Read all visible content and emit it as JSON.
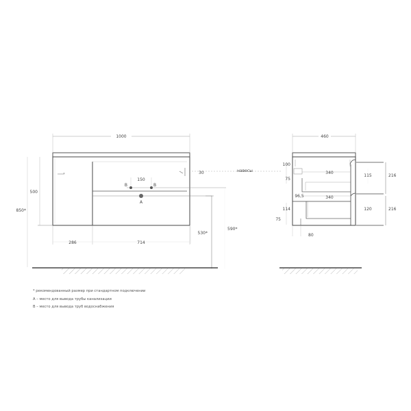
{
  "front_view": {
    "width": "1000",
    "height_cabinet": "500",
    "height_total": "850*",
    "left_section": "286",
    "right_section": "714",
    "hole_spacing": "150",
    "top_offset": "30",
    "pipe_height_drain": "530*",
    "pipe_height_supply": "590*",
    "label_hinges": "навесы",
    "label_a": "A",
    "label_b": "B"
  },
  "side_view": {
    "depth": "460",
    "top_offset": "100",
    "gap_top": "75",
    "drawer_upper_depth": "340",
    "drawer_lower_depth": "340",
    "drawer_offset": "96,5",
    "lower_offset": "114",
    "gap_bottom": "75",
    "bottom_offset": "80",
    "drawer_upper_inner": "115",
    "drawer_upper_outer": "216",
    "drawer_lower_inner": "120",
    "drawer_lower_outer": "216"
  },
  "notes": [
    "* рекомендованный размер при стандартном подключении",
    "A – место для вывода трубы канализации",
    "B – место для вывода труб водоснабжения"
  ]
}
